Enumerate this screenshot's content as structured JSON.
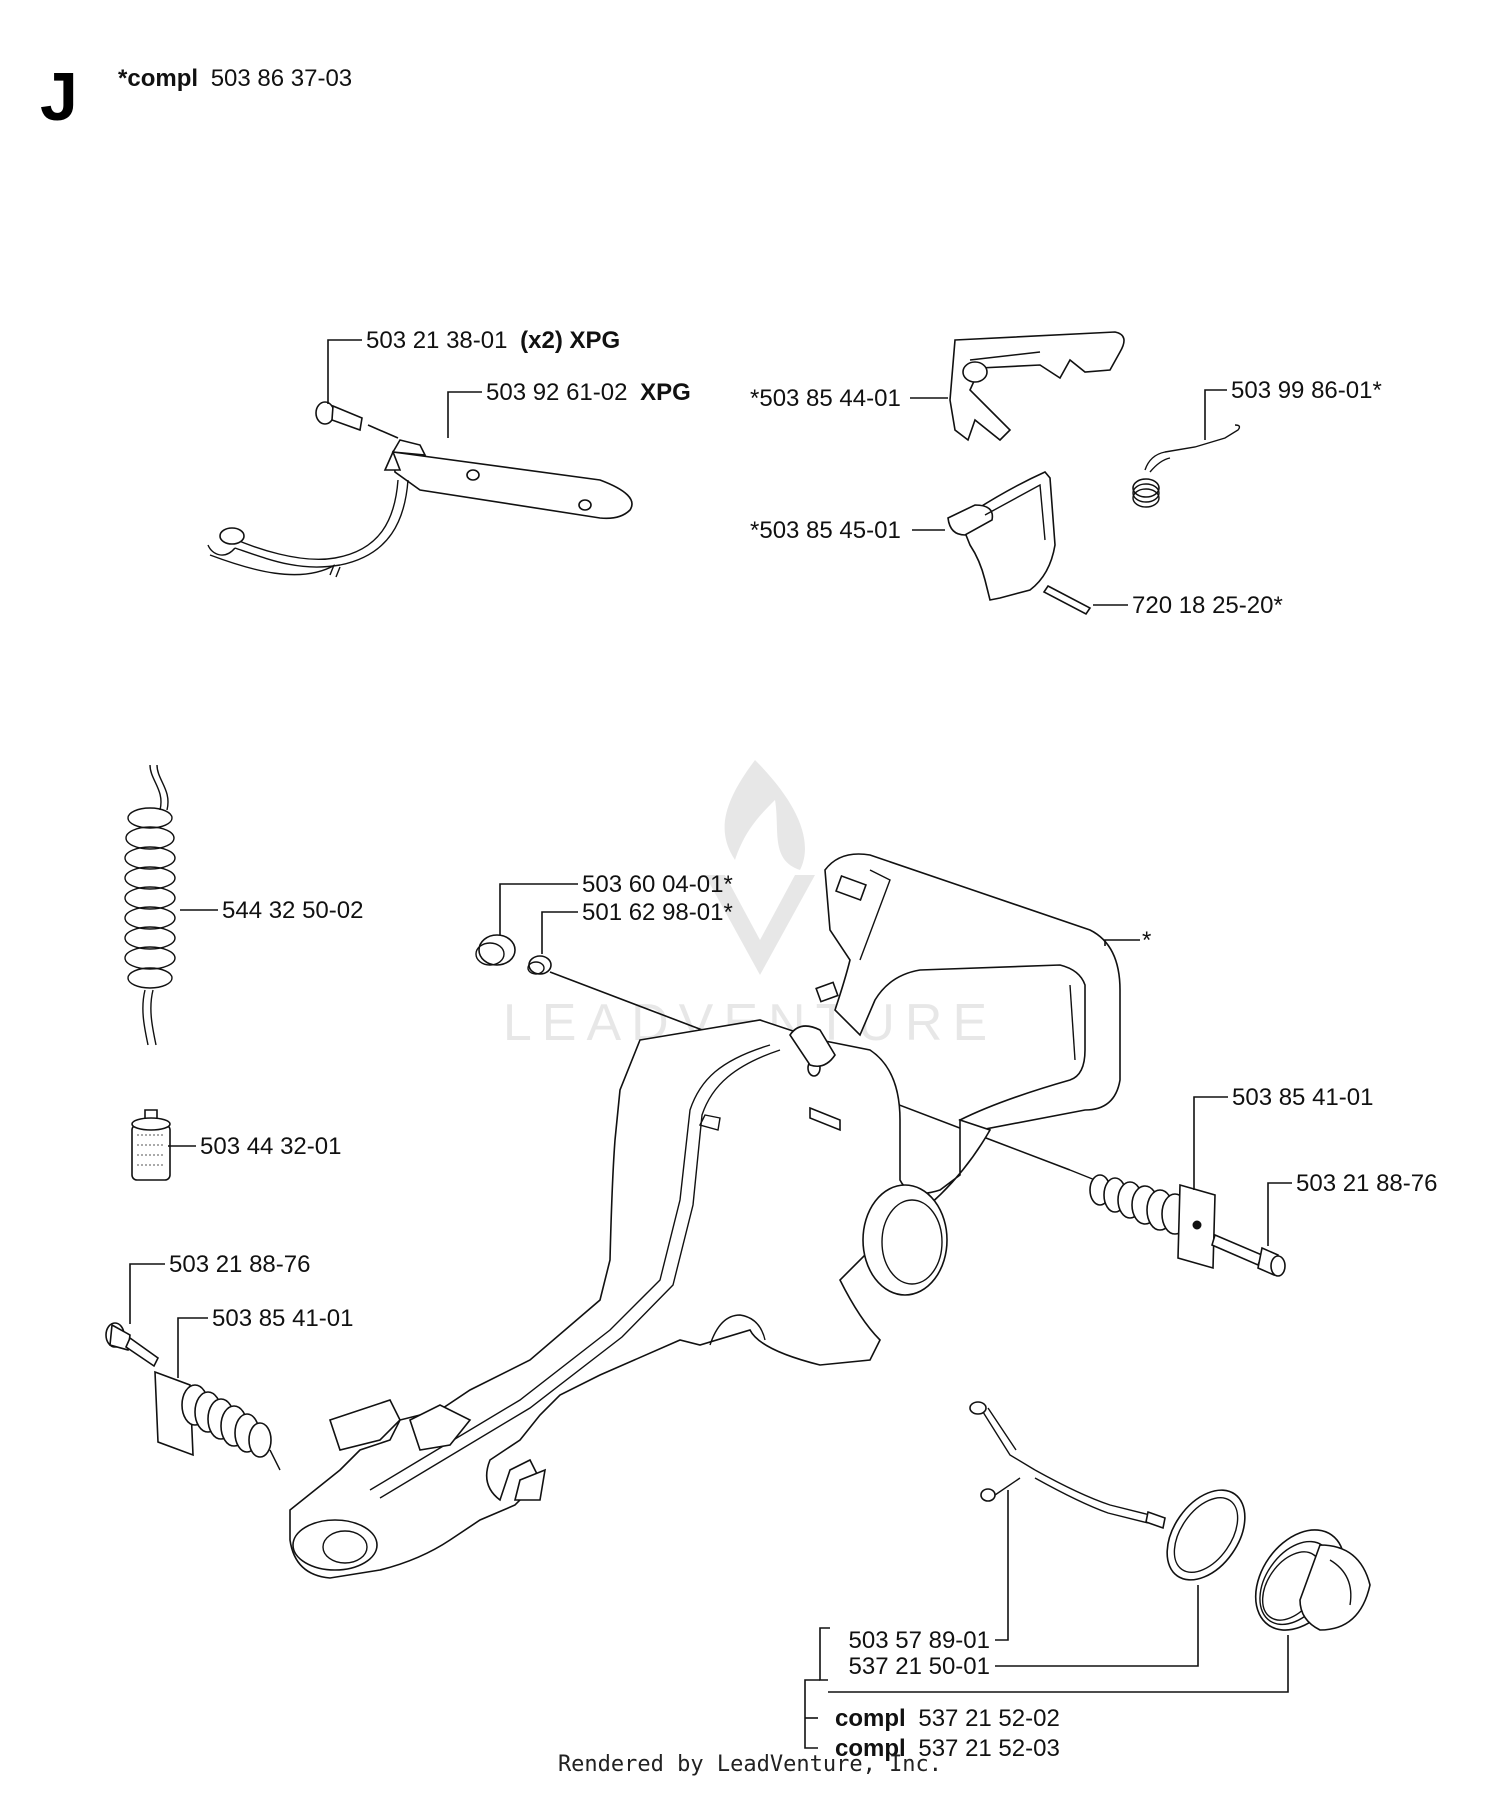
{
  "section_letter": "J",
  "header": {
    "bold": "*compl",
    "number": "503 86 37-03"
  },
  "labels": {
    "bolt_bracket": {
      "num": "503 21 38-01",
      "bold": "(x2) XPG"
    },
    "heater_bracket": {
      "num": "503 92 61-02",
      "bold": "XPG"
    },
    "throttle_trigger": "*503 85 44-01",
    "trigger_lockout": "*503 85 45-01",
    "spring": "503 99 86-01*",
    "pin": "720 18 25-20*",
    "fuel_hose": "544 32 50-02",
    "fuel_filter": "503 44 32-01",
    "cap_a": "503 60 04-01*",
    "cap_b": "501 62 98-01*",
    "handle_star": "*",
    "av_spring_right": "503 85 41-01",
    "screw_right": "503 21 88-76",
    "screw_left": "503 21 88-76",
    "av_spring_left": "503 85 41-01",
    "cap_retainer": "503 57 89-01",
    "cap_seal": "537 21 50-01",
    "compl_1": {
      "bold": "compl",
      "num": "537 21 52-02"
    },
    "compl_2": {
      "bold": "compl",
      "num": "537 21 52-03"
    }
  },
  "watermark": "LEADVENTURE",
  "footer": "Rendered by LeadVenture, Inc."
}
